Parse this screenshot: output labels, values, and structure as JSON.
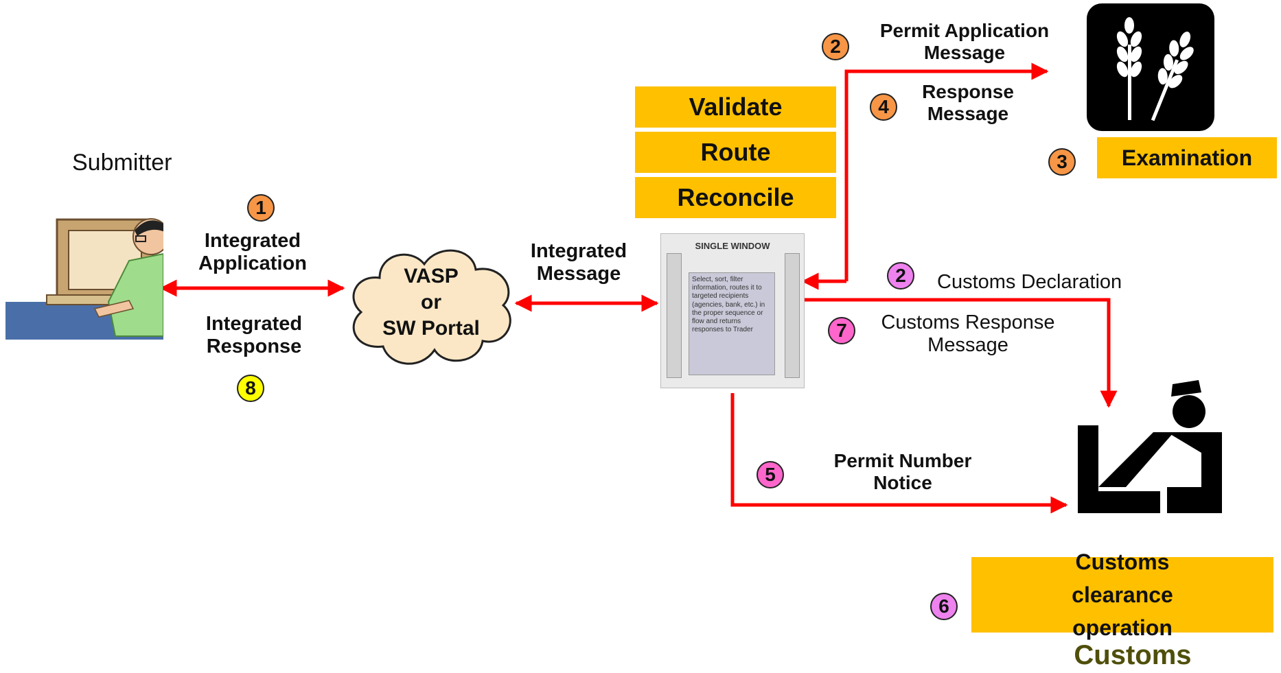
{
  "colors": {
    "arrow": "#ff0000",
    "gold_box": "#ffc000",
    "badge_orange": "#f79646",
    "badge_pink": "#ff66cc",
    "badge_violet": "#ee82ee",
    "badge_yellow": "#ffff00",
    "customs_text": "#4f4f0b"
  },
  "icons": {
    "submitter": "person-at-computer-icon",
    "single_window": "single-window-document-icon",
    "examination": "wheat-icon",
    "customs": "customs-officer-icon"
  },
  "submitter": {
    "label": "Submitter"
  },
  "step1": {
    "number": "1",
    "label": "Integrated Application"
  },
  "step8": {
    "number": "8",
    "label": "Integrated Response"
  },
  "vasp": {
    "line1": "VASP",
    "line2": "or",
    "line3": "SW Portal"
  },
  "integrated_message": {
    "label": "Integrated Message"
  },
  "single_window": {
    "title": "SINGLE WINDOW",
    "text": "Select, sort, filter information, routes it to targeted recipients (agencies, bank, etc.) in the proper sequence or flow and returns responses to Trader"
  },
  "sw_functions": [
    "Validate",
    "Route",
    "Reconcile"
  ],
  "step2_permit": {
    "number": "2",
    "label": "Permit Application Message"
  },
  "step4": {
    "number": "4",
    "label": "Response Message"
  },
  "step3": {
    "number": "3",
    "label": "Examination"
  },
  "step2_customs": {
    "number": "2",
    "label": "Customs Declaration"
  },
  "step7": {
    "number": "7",
    "label": "Customs Response Message"
  },
  "step5": {
    "number": "5",
    "label": "Permit Number Notice"
  },
  "step6": {
    "number": "6",
    "label": "Customs clearance operation"
  },
  "customs": {
    "label": "Customs"
  }
}
